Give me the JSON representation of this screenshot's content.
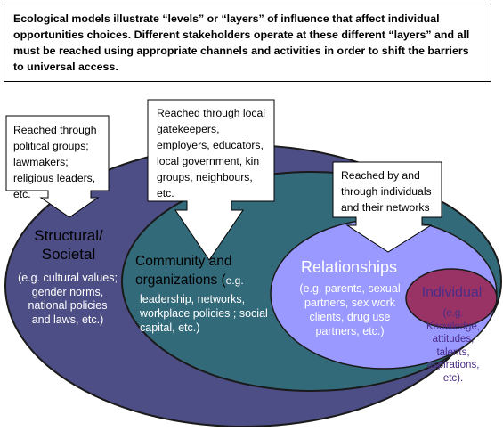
{
  "header": {
    "text": "Ecological models illustrate “levels” or “layers” of influence that affect individual opportunities choices.  Different stakeholders operate at these different “layers” and all must be reached using appropriate channels and activities in order to shift the barriers to universal access."
  },
  "callouts": {
    "structural": "Reached through political groups; lawmakers; religious leaders, etc.",
    "community": "Reached through local gatekeepers, employers, educators, local government, kin groups, neighbours, etc.",
    "relationships": "Reached by and through individuals and their networks"
  },
  "layers": {
    "structural": {
      "title": "Structural/ Societal",
      "examples": "(e.g. cultural values;  gender norms, national policies and laws, etc.)"
    },
    "community": {
      "title": "Community and organizations (",
      "title_eg": "e.g.",
      "examples": "leadership, networks, workplace policies ; social capital, etc.)"
    },
    "relationships": {
      "title": "Relationships",
      "examples": "(e.g. parents, sexual partners, sex work clients, drug use partners, etc.)"
    },
    "individual": {
      "title": "Individual",
      "examples": "(e.g. Knowledge, attitudes, talents, aspirations, etc)."
    }
  },
  "colors": {
    "structural_fill": "#4d4e86",
    "community_fill": "#336a7a",
    "relationships_fill": "#9999ff",
    "individual_fill": "#993366",
    "individual_text": "#4b2c86",
    "outline": "#1a1a1a"
  }
}
